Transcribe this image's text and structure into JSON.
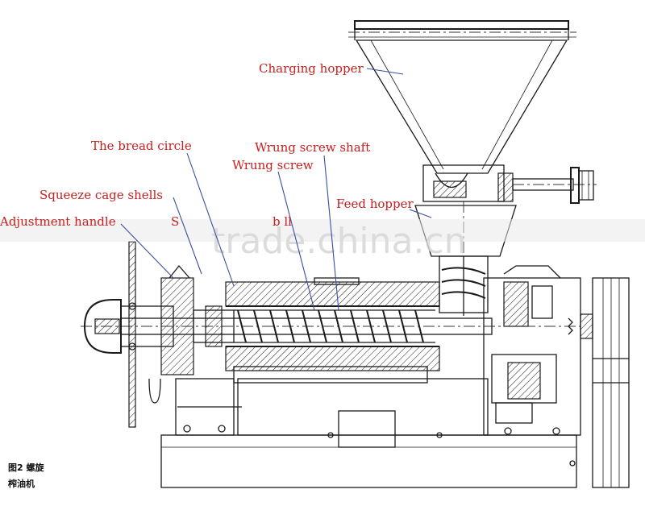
{
  "labels": {
    "charging_hopper": "Charging hopper",
    "bread_circle": "The bread circle",
    "wrung_screw_shaft": "Wrung screw shaft",
    "wrung_screw": "Wrung screw",
    "squeeze_cage_shells": "Squeeze cage shells",
    "feed_hopper": "Feed hopper",
    "adjustment_handle": "Adjustment handle",
    "screw_partial": "S",
    "bolt_partial": "b ll"
  },
  "caption": {
    "line1": "图2  螺旋",
    "line2": "榨油机"
  },
  "watermark": "trade.china.cn",
  "colors": {
    "label": "#c8201e",
    "leader": "#3a4fa0",
    "drawing": "#1a1a1a"
  }
}
